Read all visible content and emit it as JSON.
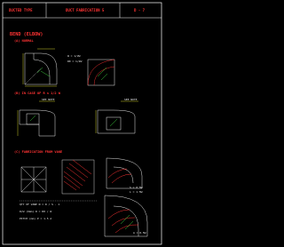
{
  "header": {
    "left": "DUCTED TYPE",
    "center": "DUCT FABRICATION 5",
    "right": "D - 7"
  },
  "title": "BEND (ELBOW)",
  "sections": {
    "a": "(A) NORMAL",
    "b": "(B) IN CASE OF R ≤ 1/2 W",
    "c": "(C) FABRICATION FROM VANE"
  },
  "notes": {
    "normal_w": "W = 1/2W",
    "normal_r": "R0 = 1/2W",
    "size_note_left": "SEE NOTE",
    "size_note_right": "SEE NOTE",
    "vane_s": "S = 0.5W",
    "vane_l": "L = 1.5W",
    "vane_a": "A = 0.5W",
    "vane_list": [
      "QTY OF VANE   N = R / S - 1",
      "R/W (Omm)     R = R0 / W",
      "PITCH (mm)    P = 1.5 A"
    ]
  }
}
